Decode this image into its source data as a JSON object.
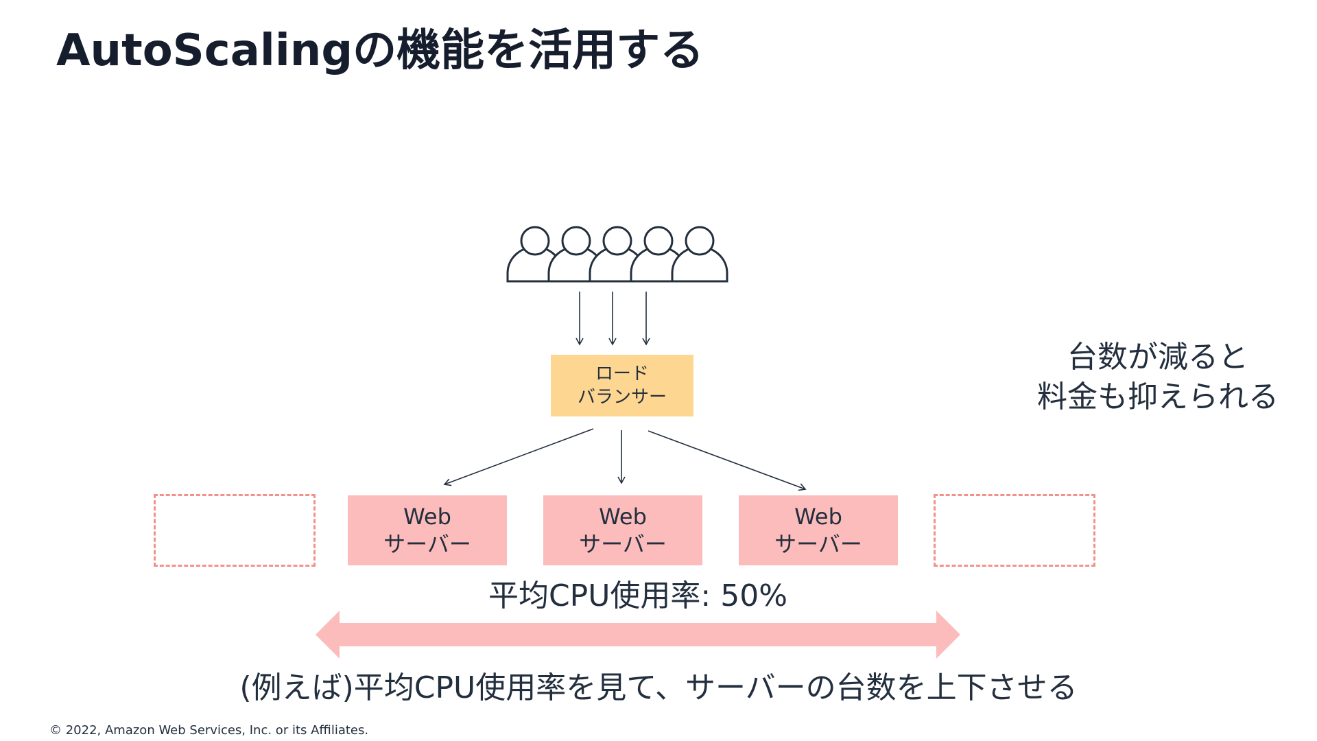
{
  "title": "AutoScalingの機能を活用する",
  "load_balancer": {
    "line1": "ロード",
    "line2": "バランサー"
  },
  "web_servers": [
    {
      "line1": "Web",
      "line2": "サーバー"
    },
    {
      "line1": "Web",
      "line2": "サーバー"
    },
    {
      "line1": "Web",
      "line2": "サーバー"
    }
  ],
  "metric_label": "平均CPU使用率: 50%",
  "side_note": {
    "line1": "台数が減ると",
    "line2": "料金も抑えられる"
  },
  "bottom_caption": "(例えば)平均CPU使用率を見て、サーバーの台数を上下させる",
  "footer": "© 2022, Amazon Web Services, Inc. or its Affiliates.",
  "icons": {
    "users": "users-group-icon",
    "scale_arrow": "double-headed-arrow-icon"
  },
  "colors": {
    "title": "#161e2d",
    "text": "#232f3e",
    "load_balancer_fill": "#fdd691",
    "web_server_fill": "#fcbcbc",
    "ghost_server_border": "#f2918a",
    "scale_arrow": "#fcbcbc"
  }
}
